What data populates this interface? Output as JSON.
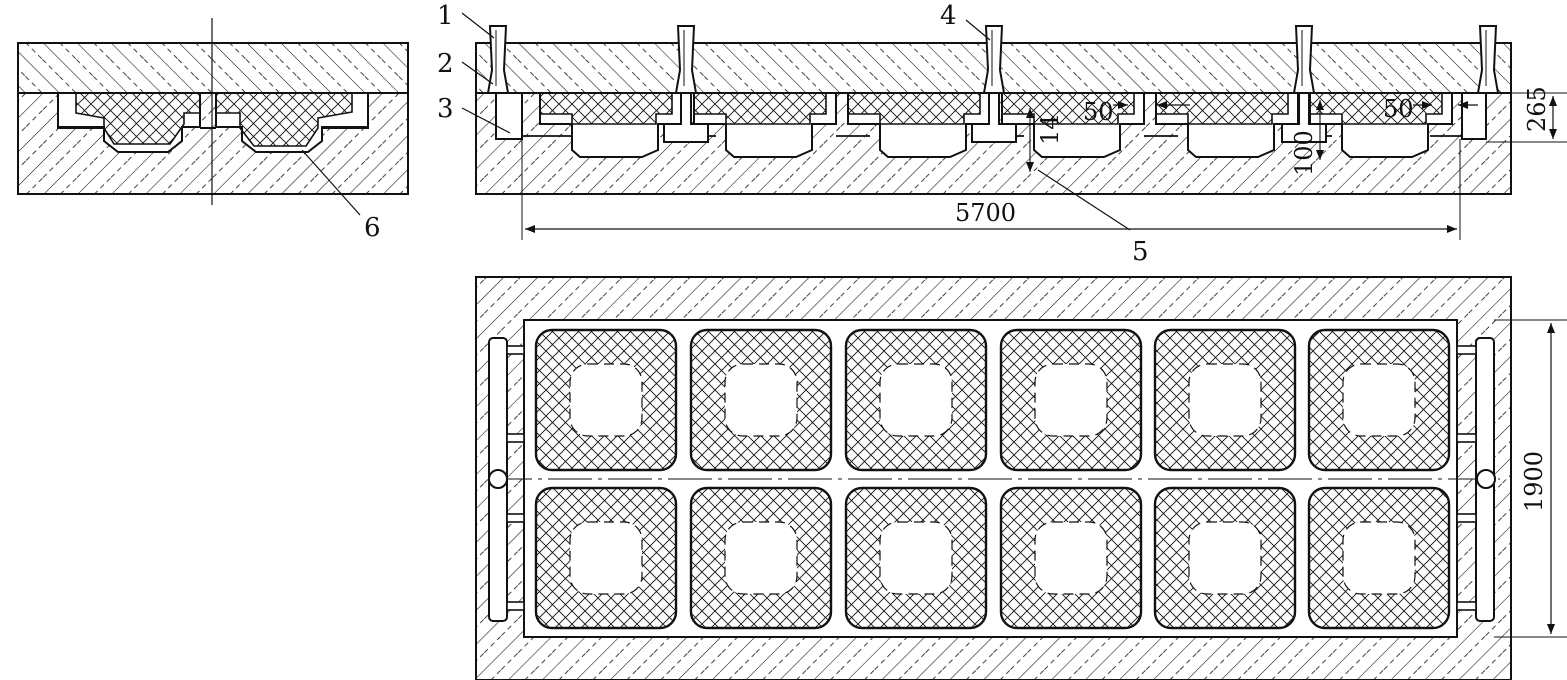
{
  "colors": {
    "ink": "#111111",
    "paper": "#ffffff"
  },
  "callouts": {
    "c1": "1",
    "c2": "2",
    "c3": "3",
    "c4": "4",
    "c5": "5",
    "c6": "6"
  },
  "dimensions": {
    "length": "5700",
    "width": "1900",
    "depth": "265",
    "gap_a": "50",
    "gap_b": "50",
    "wall": "14",
    "step": "100"
  }
}
